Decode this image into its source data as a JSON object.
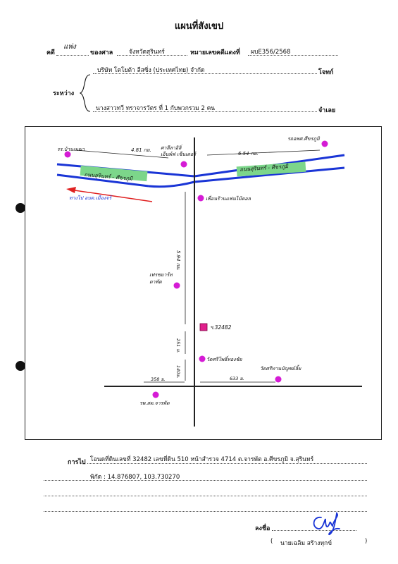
{
  "title": "แผนที่สังเขป",
  "header": {
    "case_label": "คดี",
    "case_type": "แพ่ง",
    "court_label": "ของศาล",
    "court_name": "จังหวัดสุรินทร์",
    "red_case_label": "หมายเลขคดีแดงที่",
    "red_case_no": "ผบE356/2568"
  },
  "parties": {
    "between_label": "ระหว่าง",
    "plaintiff_name": "บริษัท โตโยต้า ลีสซิ่ง (ประเทศไทย) จำกัด",
    "plaintiff_label": "โจทก์",
    "defendant_name": "นางสาวทวี ทราจารวัตร ที่ 1 กับพวกรวม 2 คน",
    "defendant_label": "จำเลย"
  },
  "map": {
    "road_left": "ถนนสุรินทร์ - ศีขรภูมิ",
    "road_right": "ถนนสุรินทร์ - ศีขรภูมิ",
    "dist_left": "4.81 กม.",
    "dist_right": "6.54 กม.",
    "dist_vertical": "5.94 กม.",
    "dist_lower": "251 ม.",
    "dist_near": "140ม.",
    "dist_bottom_left": "358 ม.",
    "dist_bottom_right": "633 ม.",
    "landmark_top_left": "รร.บ้านเมฆา",
    "landmark_top_mid_1": "ศาลีลาอิลิ่",
    "landmark_top_mid_2": "เอ็นพ์ฟ เซ็นเตอร์",
    "landmark_top_right": "รถอพศ.ศีขรภูมิ",
    "landmark_mid": "เพื่อนร้านแฟนไม้ตอล",
    "landmark_center_1": "เฟรชมาร์ท",
    "landmark_center_2": "ตาพัด",
    "land_parcel": "ฯ.32482",
    "landmark_temple": "วัดศรีโพธิ์ทองชัย",
    "landmark_bottom_right": "วัดศรีทานบัญชม์ลิ้ย",
    "landmark_bottom": "รพ.สต.จารพัต",
    "direction_label": "ทางไป อบต.เมืองจร์",
    "accent_blue": "#1a35d6",
    "accent_red": "#e02020",
    "marker_color": "#d51bd5",
    "parcel_color": "#e0208c",
    "road_label_bg": "#7cd68a"
  },
  "footer": {
    "destination_label": "การไป",
    "destination_text": "โอนดที่ดินเลขที่ 32482 เลขที่ดิน 510 หน้าสำรวจ 4714 ต.จารพัต อ.ศีขรภูมิ จ.สุรินทร์",
    "coords_text": "พิกัด : 14.876807, 103.730270",
    "sign_label": "ลงชื่อ",
    "signer_open": "(",
    "signer_name": "นายเฉลิม สร้างทุกข์",
    "signer_close": ")"
  }
}
